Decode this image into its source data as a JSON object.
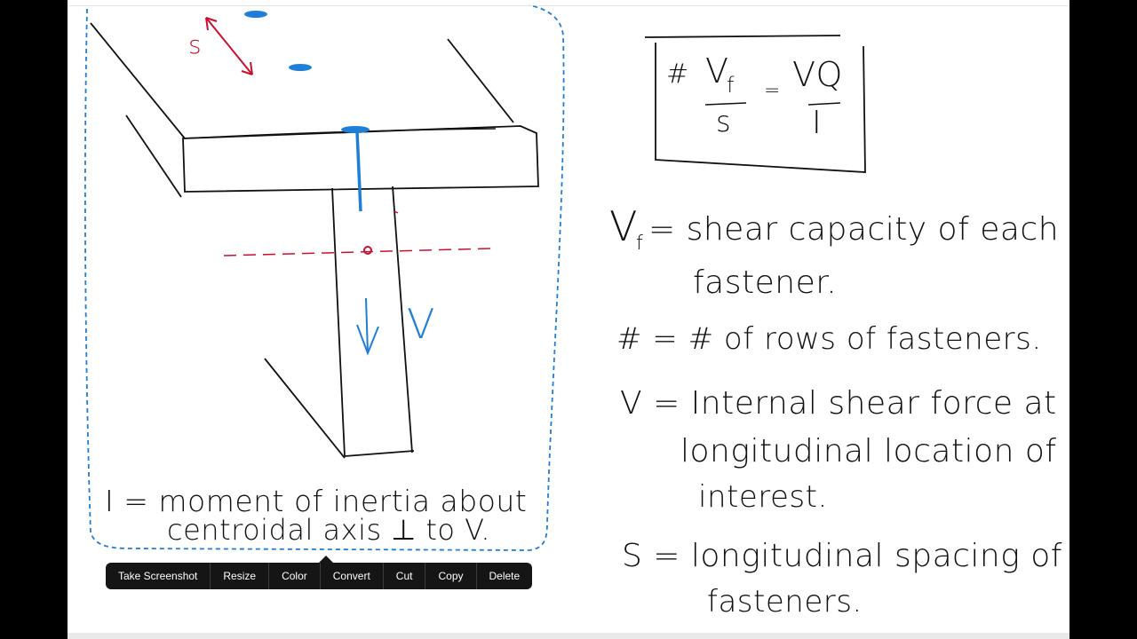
{
  "toolbar": {
    "buttons": [
      "Take Screenshot",
      "Resize",
      "Color",
      "Convert",
      "Cut",
      "Copy",
      "Delete"
    ]
  },
  "notes": {
    "diagram_labels": {
      "spacing": "s",
      "shear": "V"
    },
    "formula": {
      "lhs_prefix": "#",
      "lhs_numerator": "V",
      "lhs_numerator_sub": "f",
      "lhs_denominator": "s",
      "equals": "=",
      "rhs_numerator": "VQ",
      "rhs_denominator": "I"
    },
    "definition_I": {
      "line1": "I = moment of inertia about",
      "line2": "centroidal axis ⊥ to V."
    },
    "definition_Vf": {
      "symbol": "V",
      "symbol_sub": "f",
      "line1": "= shear capacity of each",
      "line2": "fastener."
    },
    "definition_hash": {
      "line1": "# = # of rows of fasteners."
    },
    "definition_V": {
      "line1": "V = Internal shear force at",
      "line2": "longitudinal location of",
      "line3": "interest."
    },
    "definition_S": {
      "line1": "S = longitudinal spacing of",
      "line2": "fasteners."
    }
  },
  "colors": {
    "ink": "#111111",
    "red": "#c8102e",
    "blue": "#1f7fd6",
    "toolbar": "#151515"
  }
}
